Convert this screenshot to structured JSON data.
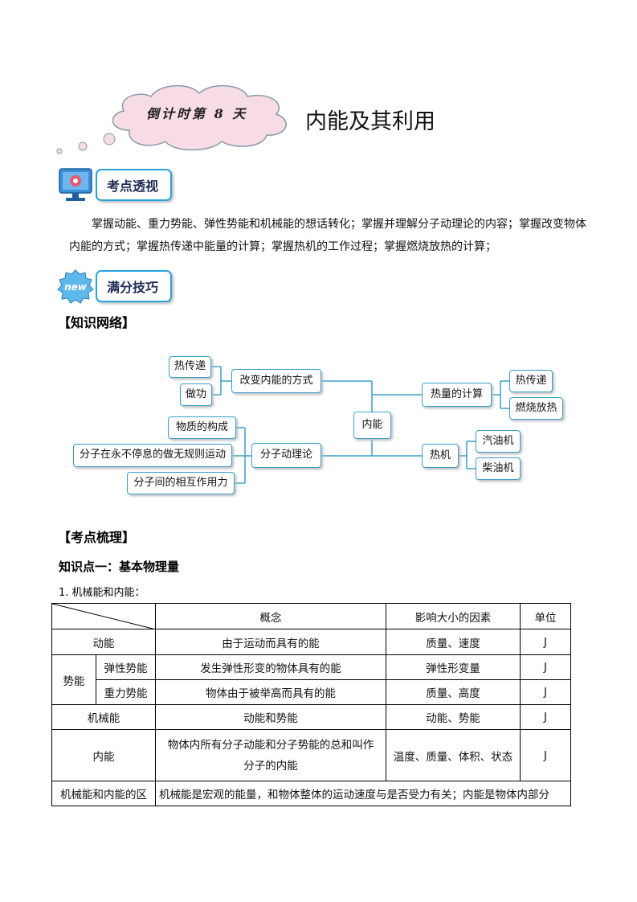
{
  "header": {
    "badge": "倒计时第 8 天",
    "title": "内能及其利用"
  },
  "sections": {
    "kaodian": {
      "label": "考点透视",
      "icon": "monitor-gear-icon"
    },
    "manfen": {
      "label": "满分技巧",
      "icon": "new-badge-icon",
      "icon_text": "new"
    }
  },
  "intro_text": "掌握动能、重力势能、弹性势能和机械能的想话转化；掌握并理解分子动理论的内容；掌握改变物体内能的方式；掌握热传递中能量的计算；掌握热机的工作过程；掌握燃烧放热的计算；",
  "knowledge_network": {
    "heading": "【知识网络】",
    "center": "内能",
    "branches": {
      "change": {
        "label": "改变内能的方式",
        "children": [
          "热传递",
          "做功"
        ]
      },
      "molecular": {
        "label": "分子动理论",
        "children": [
          "物质的构成",
          "分子在永不停息的做无规则运动",
          "分子间的相互作用力"
        ]
      },
      "heat": {
        "label": "热量的计算",
        "children": [
          "热传递",
          "燃烧放热"
        ]
      },
      "engine": {
        "label": "热机",
        "children": [
          "汽油机",
          "柴油机"
        ]
      }
    }
  },
  "kaodian_shuli": {
    "heading": "【考点梳理】",
    "point_title": "知识点一：基本物理量",
    "sub_title": "1. 机械能和内能：",
    "table": {
      "headers": [
        "概念",
        "影响大小的因素",
        "单位"
      ],
      "rows": {
        "dongneng": {
          "name": "动能",
          "concept": "由于运动而具有的能",
          "factors": "质量、速度",
          "unit": "J"
        },
        "shineng": {
          "name": "势能"
        },
        "tanxing": {
          "name": "弹性势能",
          "concept": "发生弹性形变的物体具有的能",
          "factors": "弹性形变量",
          "unit": "J"
        },
        "zhongli": {
          "name": "重力势能",
          "concept": "物体由于被举高而具有的能",
          "factors": "质量、高度",
          "unit": "J"
        },
        "jixie": {
          "name": "机械能",
          "concept": "动能和势能",
          "factors": "动能、势能",
          "unit": "J"
        },
        "neineng": {
          "name": "内能",
          "concept_line1": "物体内所有分子动能和分子势能的总和叫作",
          "concept_line2": "分子的内能",
          "factors": "温度、质量、体积、状态",
          "unit": "J"
        },
        "qubie": {
          "name": "机械能和内能的区",
          "text": "机械能是宏观的能量，和物体整体的运动速度与是否受力有关；内能是物体内部分"
        }
      }
    }
  },
  "colors": {
    "accent": "#29a3e0",
    "node_border": "#3aa0c8",
    "cloud_fill": "#f7dbe5"
  }
}
